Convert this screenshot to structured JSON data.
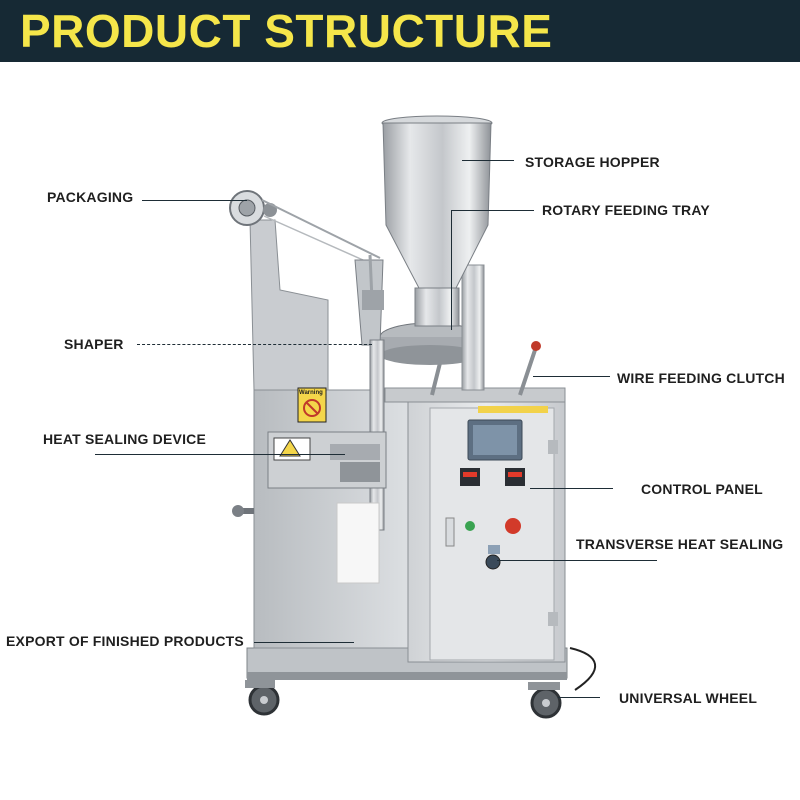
{
  "header": {
    "title": "PRODUCT STRUCTURE",
    "background": "#162934",
    "title_color": "#f5e64a"
  },
  "machine_labels": {
    "warning": "Warning",
    "icon": "warning-sign-icon"
  },
  "callouts": {
    "storage_hopper": "STORAGE HOPPER",
    "packaging": "PACKAGING",
    "rotary_feeding_tray": "ROTARY FEEDING TRAY",
    "shaper": "SHAPER",
    "wire_feeding_clutch": "WIRE FEEDING CLUTCH",
    "heat_sealing_device": "HEAT SEALING DEVICE",
    "control_panel": "CONTROL PANEL",
    "transverse_heat_sealing": "TRANSVERSE HEAT SEALING",
    "export_of_finished_products": "EXPORT OF FINISHED PRODUCTS",
    "universal_wheel": "UNIVERSAL WHEEL"
  }
}
